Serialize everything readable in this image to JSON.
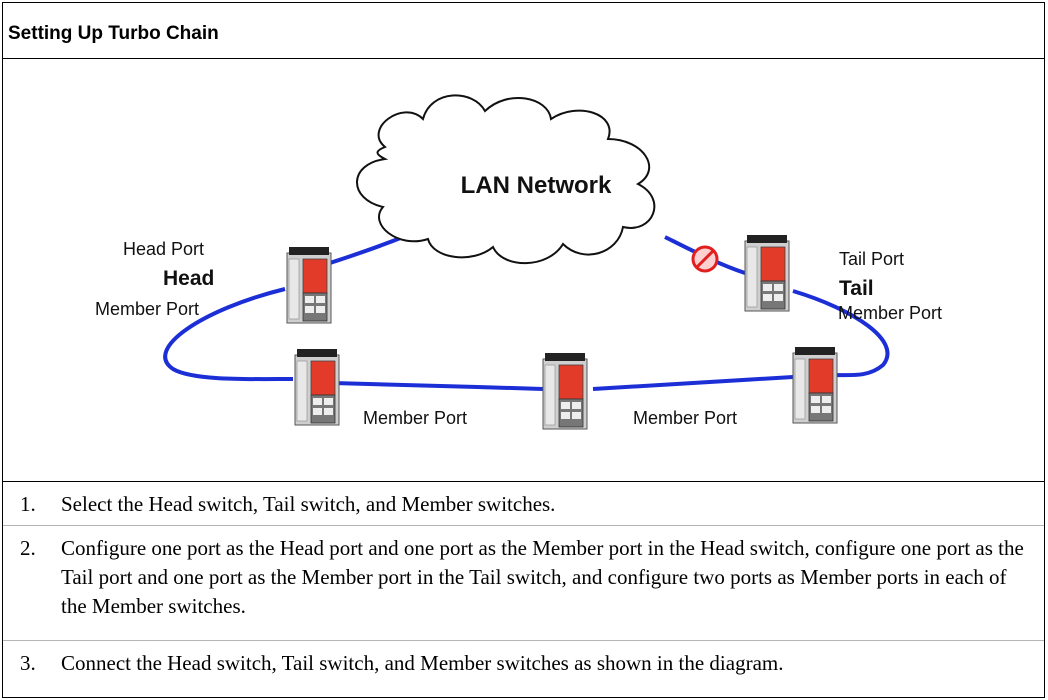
{
  "section": {
    "title": "Setting Up Turbo Chain"
  },
  "diagram": {
    "cloud_label": "LAN Network",
    "head_port_label": "Head Port",
    "head_label": "Head",
    "head_member_port_label": "Member Port",
    "tail_port_label": "Tail Port",
    "tail_label": "Tail",
    "tail_member_port_label": "Member Port",
    "bottom_member_port_left": "Member Port",
    "bottom_member_port_right": "Member Port",
    "colors": {
      "link": "#1c2fd6",
      "switch_body": "#cfcfcf",
      "switch_panel": "#e23b2a",
      "blocked": "#e02020"
    }
  },
  "steps": [
    {
      "num": "1.",
      "text": "Select the Head switch, Tail switch, and Member switches."
    },
    {
      "num": "2.",
      "text": "Configure one port as the Head port and one port as the Member port in the Head switch, configure one port as the Tail port and one port as the Member port in the Tail switch, and configure two ports as Member ports in each of the Member switches."
    },
    {
      "num": "3.",
      "text": "Connect the Head switch, Tail switch, and Member switches as shown in the diagram."
    }
  ]
}
